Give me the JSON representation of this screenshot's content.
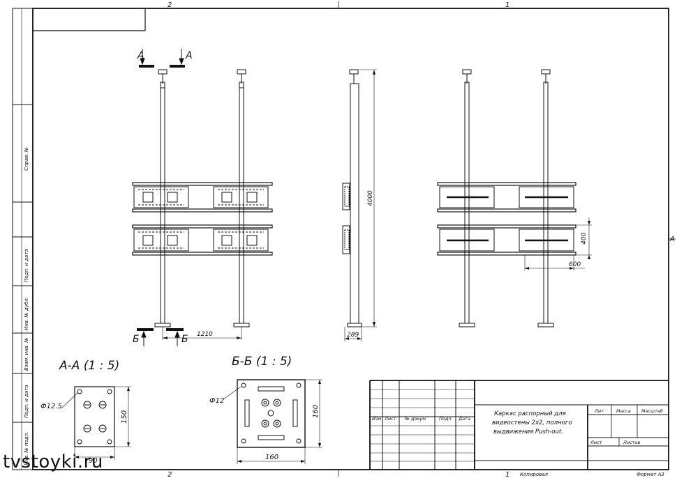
{
  "zone_labels": {
    "top_left": "2",
    "top_right": "1",
    "bottom_left": "2",
    "bottom_right": "1",
    "right": "A"
  },
  "section_marks": {
    "a": "А",
    "b": "Б"
  },
  "dimensions": {
    "width_total": "1210",
    "height": "4000",
    "depth": "289",
    "panel_height": "400",
    "panel_width": "600"
  },
  "section_aa": {
    "title": "А-А (1 : 5)",
    "hole_diameter": "Ф12.5",
    "width": "90",
    "height": "150"
  },
  "section_bb": {
    "title": "Б-Б (1 : 5)",
    "hole_diameter": "Ф12",
    "width": "160",
    "height": "160"
  },
  "title_block": {
    "columns": [
      "Изм",
      "Лист",
      "№ докум",
      "Подп",
      "Дата"
    ],
    "description": [
      "Каркас распорный для",
      "видеостены 2х2, полного",
      "выдвижения Push-out."
    ],
    "lit_label": "Лит",
    "mass_label": "Масса",
    "scale_label": "Масштаб",
    "sheet_label": "Лист",
    "sheets_label": "Листов",
    "copied": "Копировал",
    "format": "Формат А3"
  },
  "side_stamp": [
    "Справ. №",
    "Подп. и дата",
    "Инв. № дубл.",
    "Взам. инв. №",
    "Подп. и дата",
    "Инв. № подл."
  ],
  "watermark": "tvstoyki.ru"
}
